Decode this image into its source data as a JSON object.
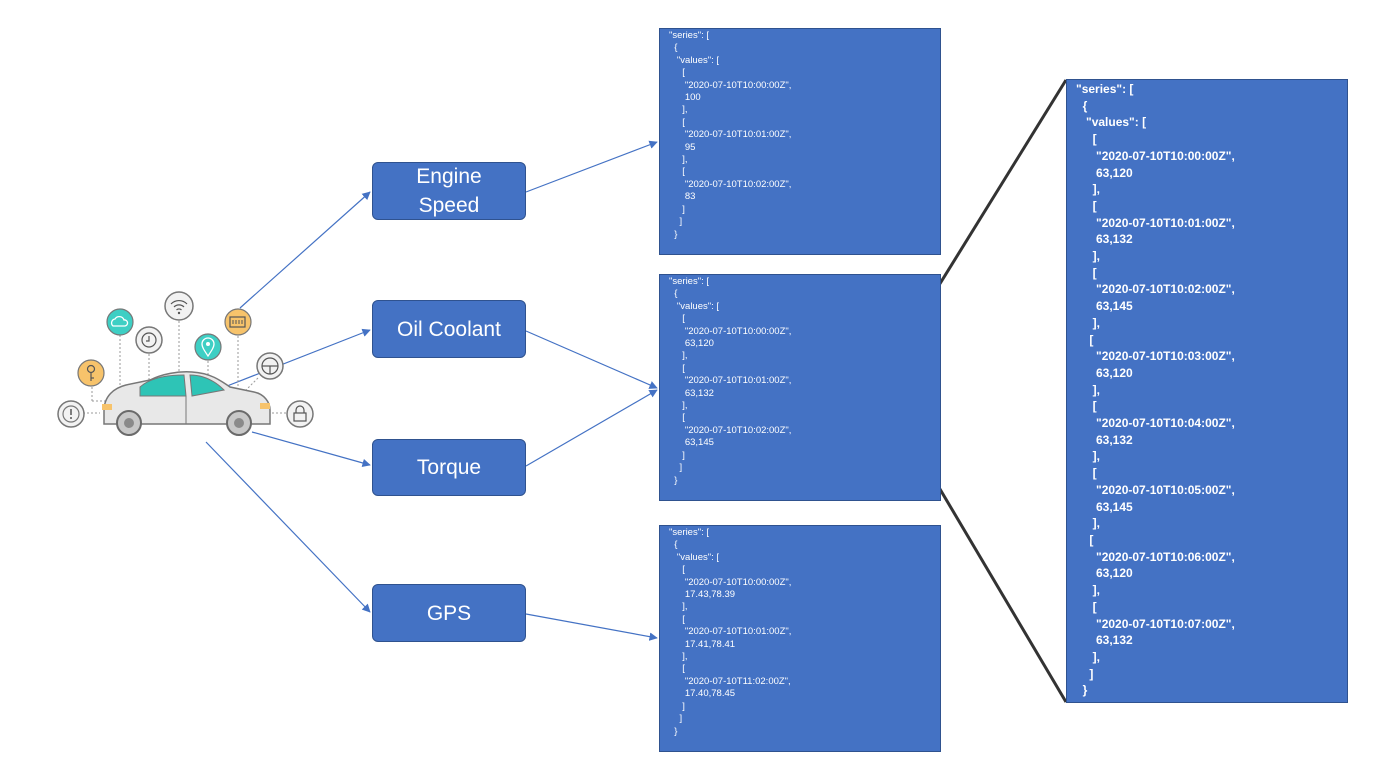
{
  "signals": [
    {
      "id": "engine-speed",
      "label": "Engine\nSpeed"
    },
    {
      "id": "oil-coolant",
      "label": "Oil Coolant"
    },
    {
      "id": "torque",
      "label": "Torque"
    },
    {
      "id": "gps",
      "label": "GPS"
    }
  ],
  "json_engine": [
    "\"series\": [",
    "  {",
    "   \"values\": [",
    "     [",
    "      \"2020-07-10T10:00:00Z\",",
    "      100",
    "     ],",
    "     [",
    "      \"2020-07-10T10:01:00Z\",",
    "      95",
    "     ],",
    "     [",
    "      \"2020-07-10T10:02:00Z\",",
    "      83",
    "     ]",
    "    ]",
    "  }"
  ],
  "json_coolant": [
    "\"series\": [",
    "  {",
    "   \"values\": [",
    "     [",
    "      \"2020-07-10T10:00:00Z\",",
    "      63,120",
    "     ],",
    "     [",
    "      \"2020-07-10T10:01:00Z\",",
    "      63,132",
    "     ],",
    "     [",
    "      \"2020-07-10T10:02:00Z\",",
    "      63,145",
    "     ]",
    "    ]",
    "  }"
  ],
  "json_gps": [
    "\"series\": [",
    "  {",
    "   \"values\": [",
    "     [",
    "      \"2020-07-10T10:00:00Z\",",
    "      17.43,78.39",
    "     ],",
    "     [",
    "      \"2020-07-10T10:01:00Z\",",
    "      17.41,78.41",
    "     ],",
    "     [",
    "      \"2020-07-10T11:02:00Z\",",
    "      17.40,78.45",
    "     ]",
    "    ]",
    "  }"
  ],
  "json_zoom": [
    "\"series\": [",
    "  {",
    "   \"values\": [",
    "     [",
    "      \"2020-07-10T10:00:00Z\",",
    "      63,120",
    "     ],",
    "     [",
    "      \"2020-07-10T10:01:00Z\",",
    "      63,132",
    "     ],",
    "     [",
    "      \"2020-07-10T10:02:00Z\",",
    "      63,145",
    "     ],",
    "    [",
    "      \"2020-07-10T10:03:00Z\",",
    "      63,120",
    "     ],",
    "     [",
    "      \"2020-07-10T10:04:00Z\",",
    "      63,132",
    "     ],",
    "     [",
    "      \"2020-07-10T10:05:00Z\",",
    "      63,145",
    "     ],",
    "    [",
    "      \"2020-07-10T10:06:00Z\",",
    "      63,120",
    "     ],",
    "     [",
    "      \"2020-07-10T10:07:00Z\",",
    "      63,132",
    "     ],",
    "    ]",
    "  }"
  ],
  "colors": {
    "box_fill": "#4472c4",
    "box_border": "#2f528f",
    "arrow": "#4472c4",
    "zoom_line": "#333333",
    "icon_teal": "#3ecfc4",
    "icon_orange": "#f7c36b",
    "car_body": "#e8e8e8",
    "car_window": "#2ec4b6"
  },
  "icons": [
    "alert-icon",
    "key-icon",
    "cloud-icon",
    "clock-icon",
    "wifi-icon",
    "location-pin-icon",
    "battery-icon",
    "steering-wheel-icon",
    "lock-icon",
    "car-icon",
    "magnifier-icon"
  ]
}
